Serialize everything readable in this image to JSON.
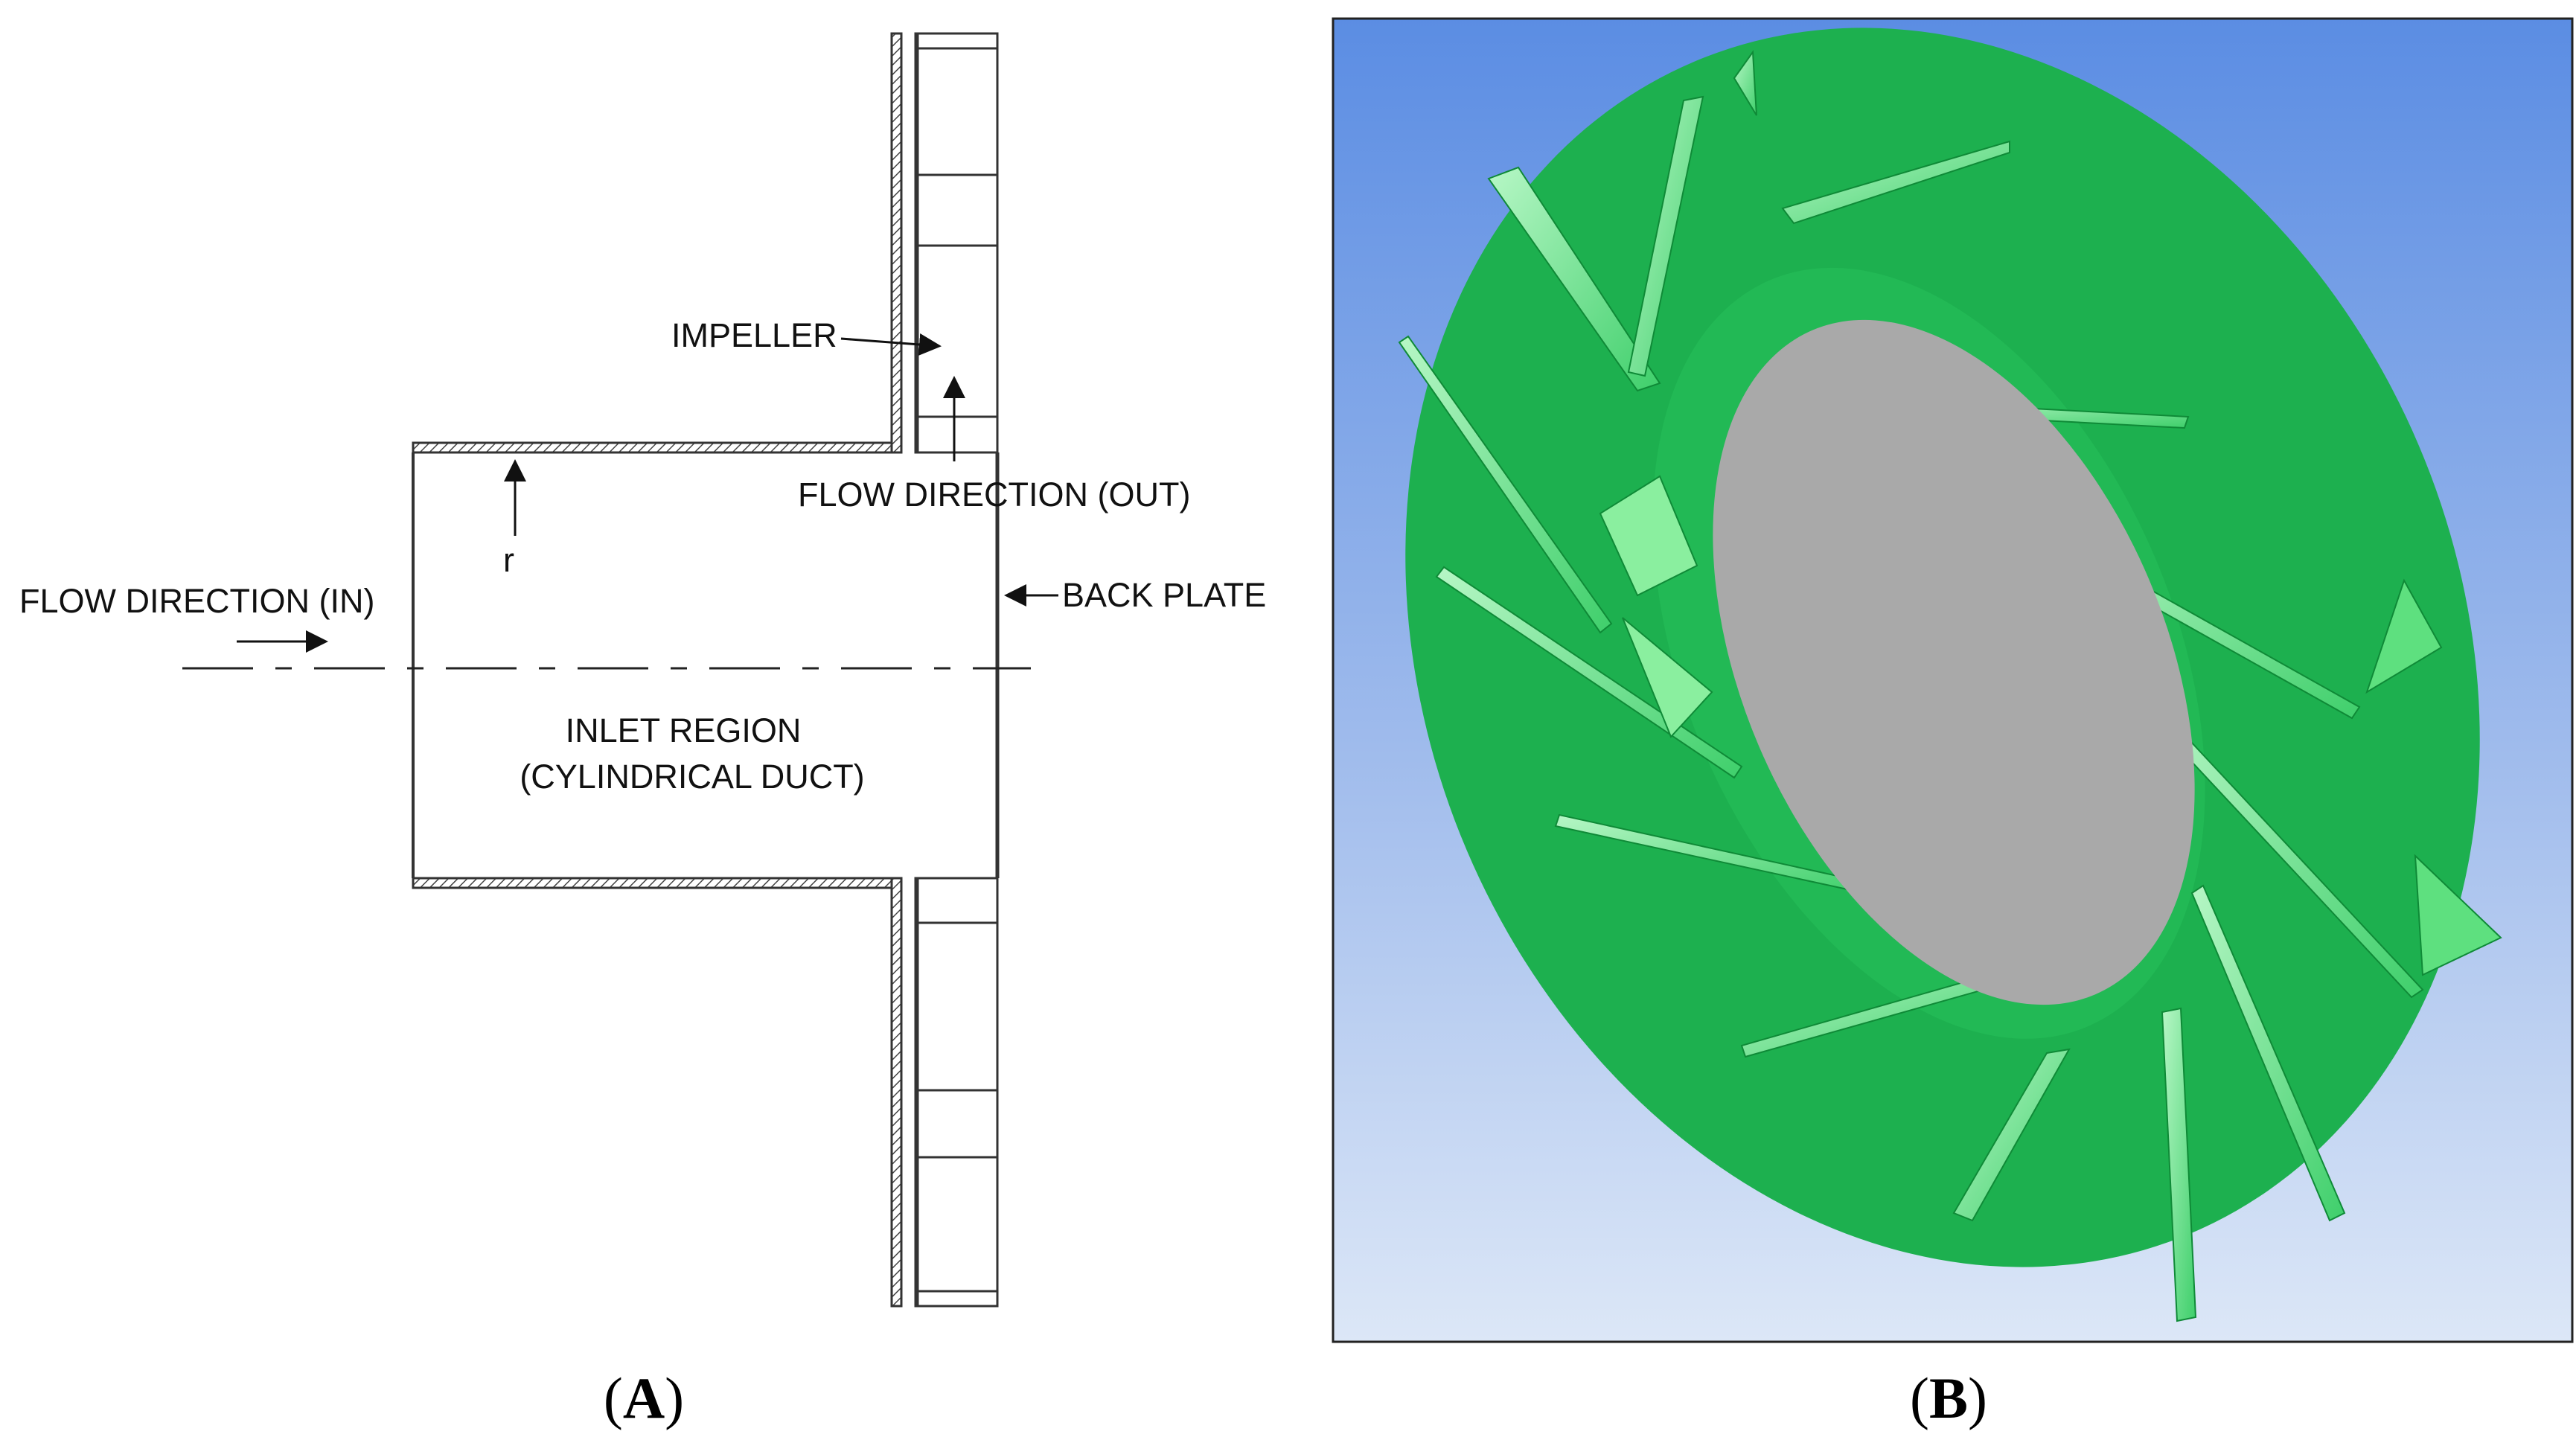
{
  "panel_a": {
    "labels": {
      "impeller": "IMPELLER",
      "flow_out": "FLOW DIRECTION (OUT)",
      "flow_in": "FLOW DIRECTION (IN)",
      "back_plate": "BACK PLATE",
      "radius": "r",
      "inlet_line1": "INLET REGION",
      "inlet_line2": "(CYLINDRICAL DUCT)"
    },
    "caption_open": "(",
    "caption_letter": "A",
    "caption_close": ")"
  },
  "panel_b": {
    "caption_open": "(",
    "caption_letter": "B",
    "caption_close": ")",
    "colors": {
      "background_top": "#5b8de3",
      "background_bottom": "#d8e4f6",
      "impeller": "#1db04f",
      "blade_highlight": "#7ff09e",
      "hub": "#a9a9a9"
    }
  }
}
